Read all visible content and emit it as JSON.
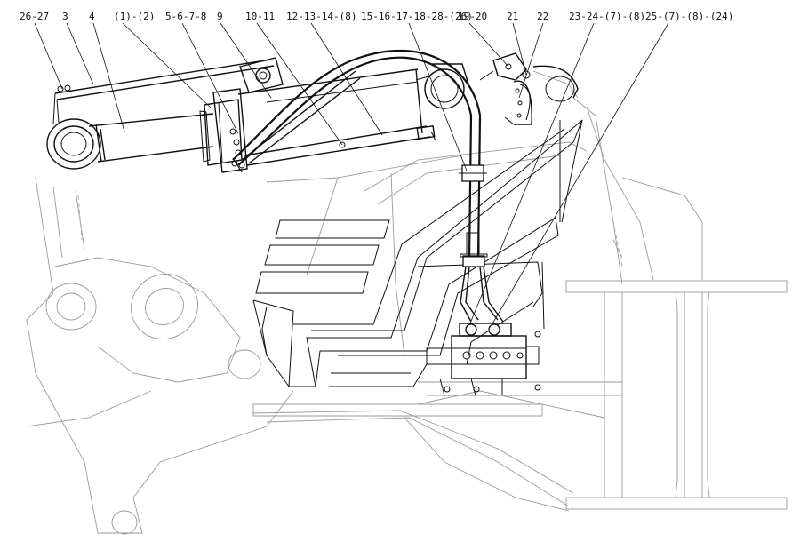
{
  "drawing": {
    "callouts": [
      {
        "id": "c1",
        "label": "26-27"
      },
      {
        "id": "c2",
        "label": "3"
      },
      {
        "id": "c3",
        "label": "4"
      },
      {
        "id": "c4",
        "label": "(1)-(2)"
      },
      {
        "id": "c5",
        "label": "5-6-7-8"
      },
      {
        "id": "c6",
        "label": "9"
      },
      {
        "id": "c7",
        "label": "10-11"
      },
      {
        "id": "c8",
        "label": "12-13-14-(8)"
      },
      {
        "id": "c9",
        "label": "15-16-17-18-28-(26)"
      },
      {
        "id": "c10",
        "label": "19-20"
      },
      {
        "id": "c11",
        "label": "21"
      },
      {
        "id": "c12",
        "label": "22"
      },
      {
        "id": "c13",
        "label": "23-24-(7)-(8)"
      },
      {
        "id": "c14",
        "label": "25-(7)-(8)-(24)"
      }
    ]
  }
}
